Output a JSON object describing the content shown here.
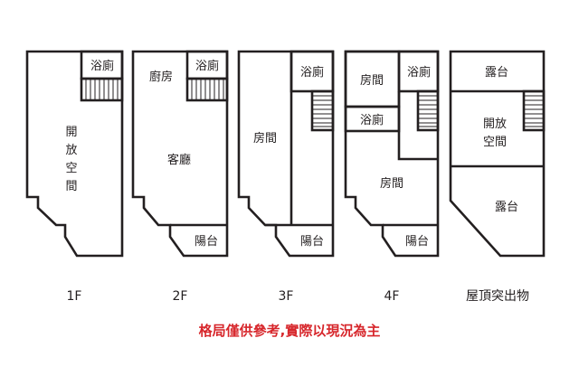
{
  "floors": [
    {
      "label": "1F",
      "rooms": [
        "浴廁",
        "開",
        "放",
        "空",
        "間"
      ]
    },
    {
      "label": "2F",
      "rooms": [
        "浴廁",
        "廚房",
        "客廳",
        "陽台"
      ]
    },
    {
      "label": "3F",
      "rooms": [
        "浴廁",
        "房間",
        "陽台"
      ]
    },
    {
      "label": "4F",
      "rooms": [
        "房間",
        "浴廁",
        "浴廁",
        "房間",
        "陽台"
      ]
    },
    {
      "label": "屋頂突出物",
      "rooms": [
        "露台",
        "開放",
        "空間",
        "露台"
      ]
    }
  ],
  "note": "格局僅供參考,實際以現況為主",
  "colors": {
    "note": "#d7262b",
    "wall": "#231f20"
  }
}
